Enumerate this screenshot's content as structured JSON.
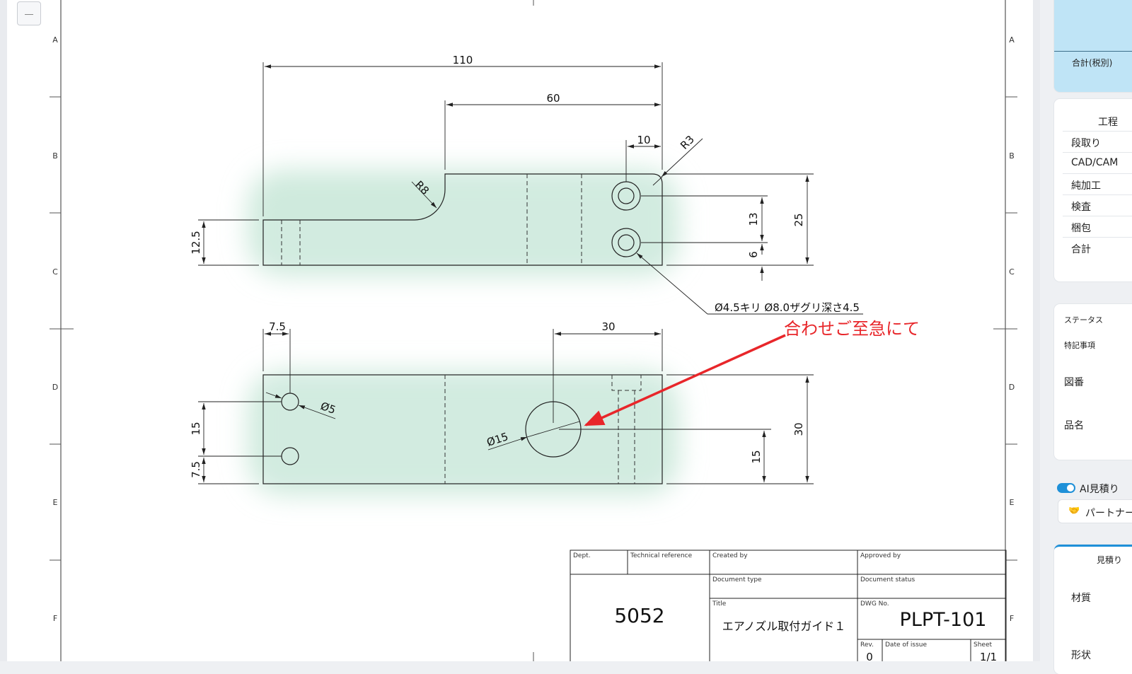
{
  "drawing": {
    "zones_left": [
      "A",
      "B",
      "C",
      "D",
      "E",
      "F"
    ],
    "zones_right": [
      "A",
      "B",
      "C",
      "D",
      "E",
      "F"
    ],
    "dimensions": {
      "top_overall": "110",
      "top_60": "60",
      "top_10": "10",
      "r3": "R3",
      "r8": "R8",
      "h_12_5": "12.5",
      "h_13": "13",
      "h_6": "6",
      "h_25": "25",
      "hole_note": "Ø4.5キリ Ø8.0ザグリ深さ4.5",
      "b_7_5": "7.5",
      "b_30": "30",
      "b_d5": "Ø5",
      "b_15_left": "15",
      "b_7_5_left": "7.5",
      "b_d15": "Ø15",
      "b_15_right": "15",
      "b_30_right": "30"
    },
    "annotation": "合わせご至急にて",
    "title_block": {
      "dept_label": "Dept.",
      "techref_label": "Technical reference",
      "created_label": "Created by",
      "approved_label": "Approved by",
      "doctype_label": "Document type",
      "docstatus_label": "Document status",
      "number": "5052",
      "title_label": "Title",
      "title_value": "エアノズル取付ガイド１",
      "dwgno_label": "DWG No.",
      "dwgno_value": "PLPT-101",
      "rev_label": "Rev.",
      "rev_value": "0",
      "issue_label": "Date of issue",
      "sheet_label": "Sheet",
      "sheet_value": "1/1"
    }
  },
  "sidebar": {
    "total_label": "合計(税別)",
    "process_header": "工程",
    "process_items": [
      "段取り",
      "CAD/CAM",
      "純加工",
      "検査",
      "梱包",
      "合計"
    ],
    "status_label": "ステータス",
    "notes_label": "特記事項",
    "drawing_no_label": "図番",
    "part_name_label": "品名",
    "ai_toggle_label": "AI見積り",
    "partner_button_label": "パートナー",
    "estimate_tab_label": "見積り",
    "material_label": "材質",
    "shape_label": "形状"
  },
  "colors": {
    "annotation": "#e8262a",
    "highlight": "#cfeadd",
    "sidebar_top": "#bfe4f6",
    "toggle": "#1e90d8"
  }
}
